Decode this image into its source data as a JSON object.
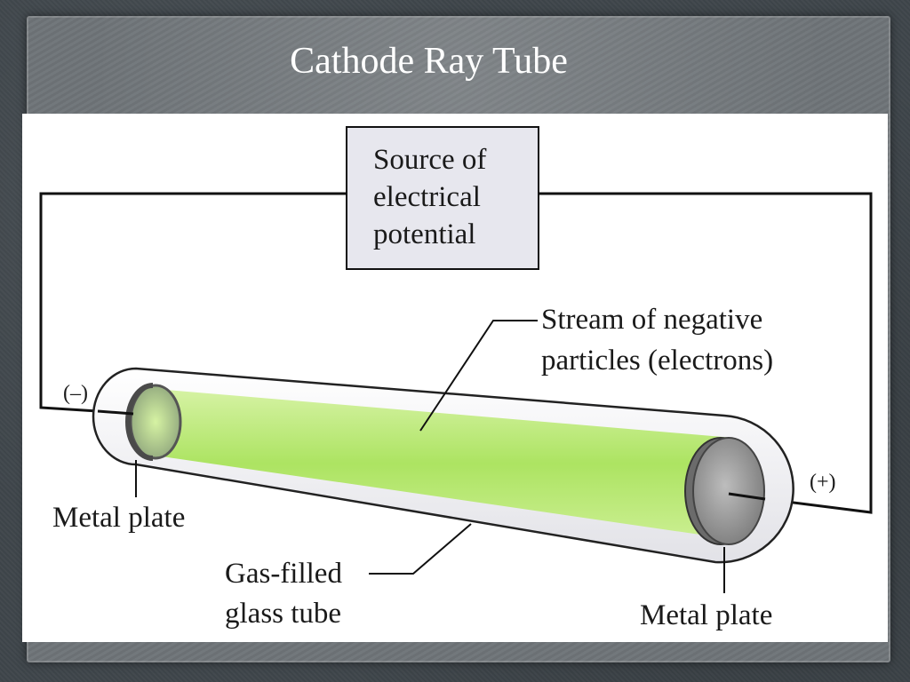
{
  "slide": {
    "title": "Cathode Ray Tube"
  },
  "diagram": {
    "source_box_lines": [
      "Source of",
      "electrical",
      "potential"
    ],
    "stream_label_lines": [
      "Stream of negative",
      "particles (electrons)"
    ],
    "negative_terminal": "(–)",
    "positive_terminal": "(+)",
    "left_plate_label": "Metal plate",
    "right_plate_label": "Metal plate",
    "tube_label_lines": [
      "Gas-filled",
      "glass tube"
    ]
  },
  "colors": {
    "background": "#3f464b",
    "panel": "#6e7478",
    "title_text": "#ffffff",
    "source_box_fill": "#e7e7ee",
    "glass_fill": "#f1f1f4",
    "beam_green": "#b8ea6a",
    "plate_gray": "#9a9a9a",
    "wire": "#111111"
  }
}
